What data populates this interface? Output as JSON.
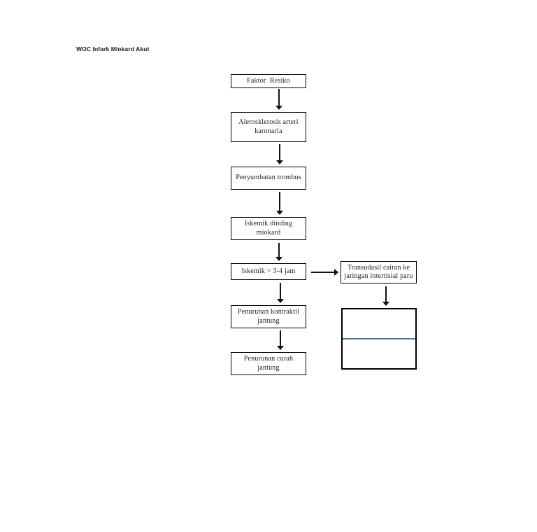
{
  "page": {
    "title": "WOC Infark Miokard Akut"
  },
  "flowchart": {
    "nodes": [
      {
        "id": "faktor-resiko",
        "label": "Faktor  Resiko"
      },
      {
        "id": "aterosklerosis-arteri",
        "label": "Alerosklerosis arteri\nkaronaria"
      },
      {
        "id": "penyumbatan-trombus",
        "label": "Penyumbatan trombus"
      },
      {
        "id": "iskemik-dinding",
        "label": "Iskemik dinding\nmiokard"
      },
      {
        "id": "iskemik-3-4-jam",
        "label": "Iskemik > 3-4 jam"
      },
      {
        "id": "penurunan-kontraktil",
        "label": "Penurunan kontraktil\njantung"
      },
      {
        "id": "penurunan-curah",
        "label": "Penurunan curah\njantung"
      },
      {
        "id": "transudasil-cairan",
        "label": "Transudasil cairan ke\njaringan intertisial paru"
      },
      {
        "id": "empty-two-cell-box",
        "label": ""
      }
    ],
    "colors": {
      "box_border": "#000000",
      "divider_line": "#4d7899",
      "arrow": "#111111"
    }
  }
}
